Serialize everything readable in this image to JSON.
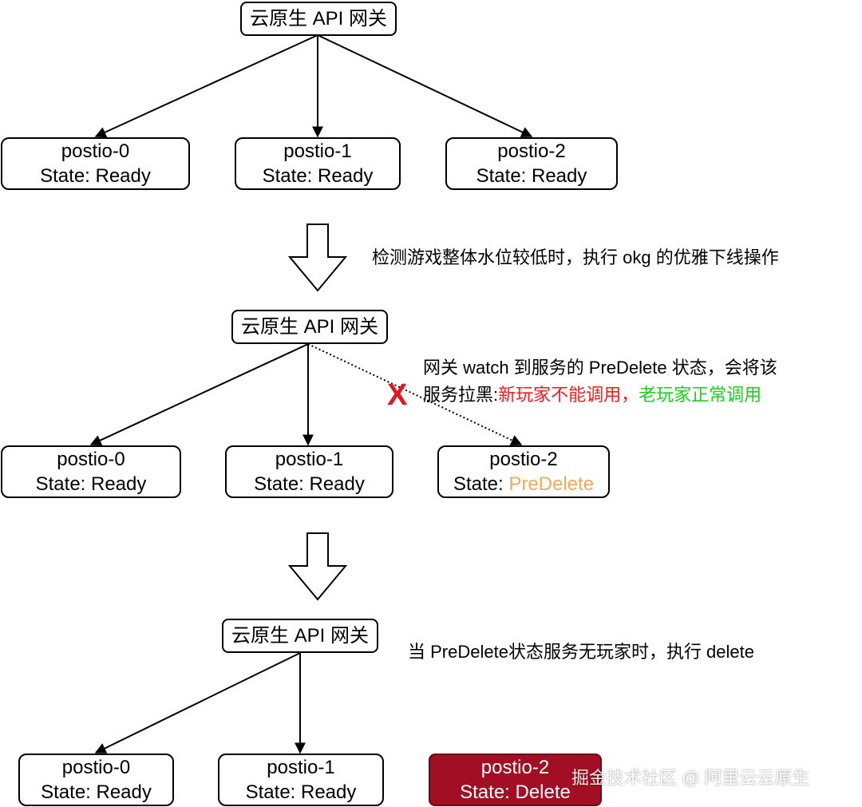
{
  "stage1": {
    "gateway": "云原生 API 网关",
    "pods": [
      {
        "name": "postio-0",
        "state_prefix": "State: ",
        "state": "Ready"
      },
      {
        "name": "postio-1",
        "state_prefix": "State: ",
        "state": "Ready"
      },
      {
        "name": "postio-2",
        "state_prefix": "State: ",
        "state": "Ready"
      }
    ]
  },
  "step1_note": "检测游戏整体水位较低时，执行 okg 的优雅下线操作",
  "stage2": {
    "gateway": "云原生 API 网关",
    "pods": [
      {
        "name": "postio-0",
        "state_prefix": "State: ",
        "state": "Ready"
      },
      {
        "name": "postio-1",
        "state_prefix": "State: ",
        "state": "Ready"
      },
      {
        "name": "postio-2",
        "state_prefix": "State: ",
        "state": "PreDelete"
      }
    ],
    "blocked_mark": "X",
    "note_line1": "网关 watch 到服务的 PreDelete 状态，会将该",
    "note_line2_prefix": "服务拉黑:",
    "note_new_players": "新玩家不能调用，",
    "note_old_players": "老玩家正常调用"
  },
  "stage3": {
    "gateway": "云原生 API 网关",
    "note": "当 PreDelete状态服务无玩家时，执行 delete",
    "pods": [
      {
        "name": "postio-0",
        "state_prefix": "State: ",
        "state": "Ready"
      },
      {
        "name": "postio-1",
        "state_prefix": "State: ",
        "state": "Ready"
      },
      {
        "name": "postio-2",
        "state_prefix": "State: ",
        "state": "Delete"
      }
    ]
  },
  "colors": {
    "predelete": "#f5a95a",
    "new_players": "#ff1a1a",
    "old_players": "#19d219",
    "deleted_fill": "#a20f25",
    "blocked_mark": "#e8141b"
  },
  "watermark": "掘金技术社区 @ 阿里云云原生"
}
